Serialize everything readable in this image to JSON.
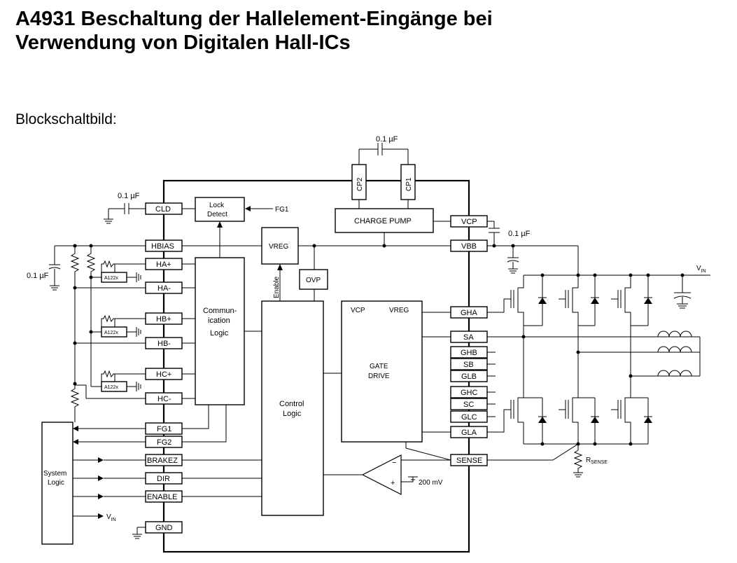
{
  "title_line1": "A4931 Beschaltung der Hallelement-Eingänge bei",
  "title_line2": "Verwendung von Digitalen Hall-ICs",
  "section_label": "Blockschaltbild:",
  "caps": {
    "cp": "0.1 µF",
    "cld": "0.1 µF",
    "vcp": "0.1 µF",
    "hbias": "0.1 µF"
  },
  "pins": {
    "cld": "CLD",
    "hbias": "HBIAS",
    "ha_plus": "HA+",
    "ha_minus": "HA-",
    "hb_plus": "HB+",
    "hb_minus": "HB-",
    "hc_plus": "HC+",
    "hc_minus": "HC-",
    "fg1": "FG1",
    "fg2": "FG2",
    "brakez": "BRAKEZ",
    "dir": "DIR",
    "enable": "ENABLE",
    "gnd": "GND",
    "cp2": "CP2",
    "cp1": "CP1",
    "vcp": "VCP",
    "vbb": "VBB",
    "gha": "GHA",
    "sa": "SA",
    "ghb": "GHB",
    "sb": "SB",
    "glb": "GLB",
    "ghc": "GHC",
    "sc": "SC",
    "glc": "GLC",
    "gla": "GLA",
    "sense": "SENSE"
  },
  "blocks": {
    "lock_detect_1": "Lock",
    "lock_detect_2": "Detect",
    "fg1_input": "FG1",
    "charge_pump": "CHARGE PUMP",
    "vreg": "VREG",
    "enable": "Enable",
    "ovp": "OVP",
    "comm_1": "Commun-",
    "comm_2": "ication",
    "comm_3": "Logic",
    "control_1": "Control",
    "control_2": "Logic",
    "gate_drive_vcp": "VCP",
    "gate_drive_vreg": "VREG",
    "gate_drive_1": "GATE",
    "gate_drive_2": "DRIVE",
    "system_logic_1": "System",
    "system_logic_2": "Logic",
    "hall_ic": "A122x",
    "amp_minus": "−",
    "amp_plus": "+",
    "ref_voltage": "200 mV",
    "vin_main": "V",
    "vin_sub": "IN",
    "rsense_main": "R",
    "rsense_sub": "SENSE"
  }
}
